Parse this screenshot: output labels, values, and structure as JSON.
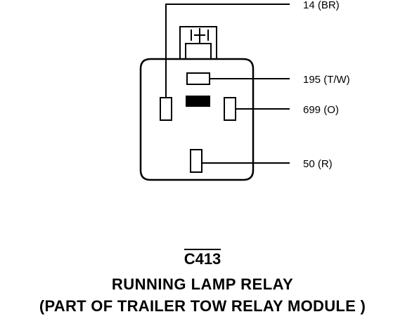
{
  "connector": {
    "id": "C413",
    "name": "RUNNING LAMP RELAY",
    "note": "(PART OF TRAILER TOW RELAY MODULE )"
  },
  "wires": [
    {
      "circuit": "14 (BR)"
    },
    {
      "circuit": "195 (T/W)"
    },
    {
      "circuit": "699 (O)"
    },
    {
      "circuit": "50 (R)"
    }
  ]
}
